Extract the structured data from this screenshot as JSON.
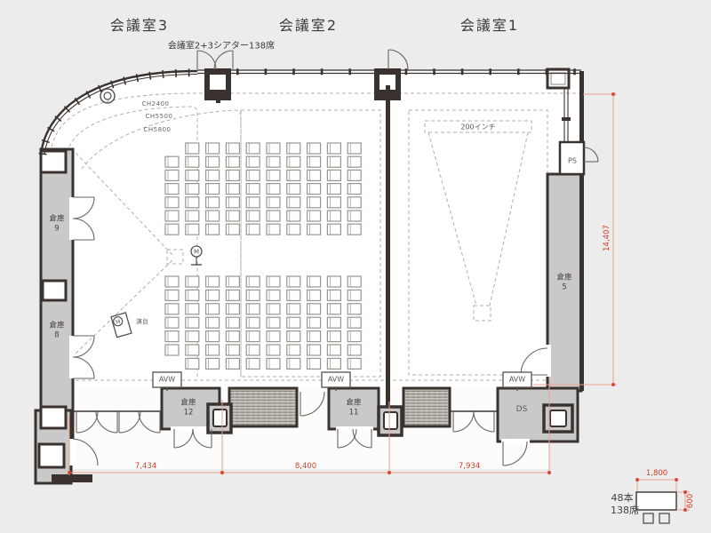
{
  "titles": {
    "room3": "会議室3",
    "room2": "会議室2",
    "room1": "会議室1",
    "subtitle": "会議室2+3シアター138席"
  },
  "ceiling_heights": {
    "ch1": "CH2400",
    "ch2": "CH5500",
    "ch3": "CH5800"
  },
  "annotations": {
    "screen": "200インチ",
    "lectern": "演台",
    "mic_letter": "M"
  },
  "storage": {
    "s9": {
      "kanji": "倉庫",
      "num": "9"
    },
    "s8": {
      "kanji": "倉庫",
      "num": "8"
    },
    "s5": {
      "kanji": "倉庫",
      "num": "5"
    },
    "s12": {
      "kanji": "倉庫",
      "num": "12"
    },
    "s11": {
      "kanji": "倉庫",
      "num": "11"
    }
  },
  "service": {
    "ps": "PS",
    "ds": "DS",
    "avw": "AVW"
  },
  "dimensions": {
    "bottom_left": "7,434",
    "bottom_center": "8,400",
    "bottom_right": "7,934",
    "right_vertical": "14,407",
    "legend_width": "1,800",
    "legend_depth": "600"
  },
  "legend": {
    "tables": "48本",
    "seats": "138席"
  },
  "seating": {
    "columns": 10,
    "total_seats": 138,
    "blocks": [
      {
        "rows": 7,
        "skip": [
          [
            0,
            0
          ]
        ]
      },
      {
        "rows": 7,
        "skip": [
          [
            6,
            0
          ]
        ]
      }
    ]
  }
}
